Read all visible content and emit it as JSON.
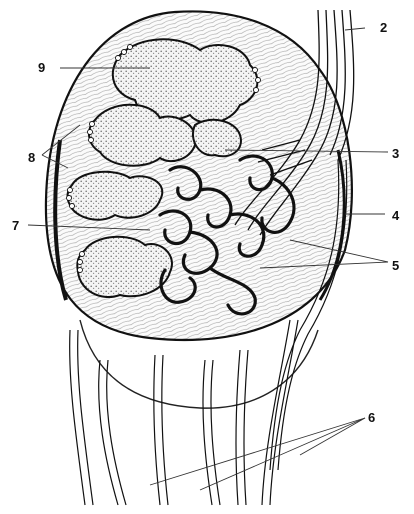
{
  "diagram": {
    "labels": {
      "l2": "2",
      "l3": "3",
      "l4": "4",
      "l5": "5",
      "l6": "6",
      "l7": "7",
      "l8": "8",
      "l9": "9"
    },
    "colors": {
      "ink": "#111111",
      "stipple": "#9a9a9a",
      "background": "#ffffff"
    }
  }
}
